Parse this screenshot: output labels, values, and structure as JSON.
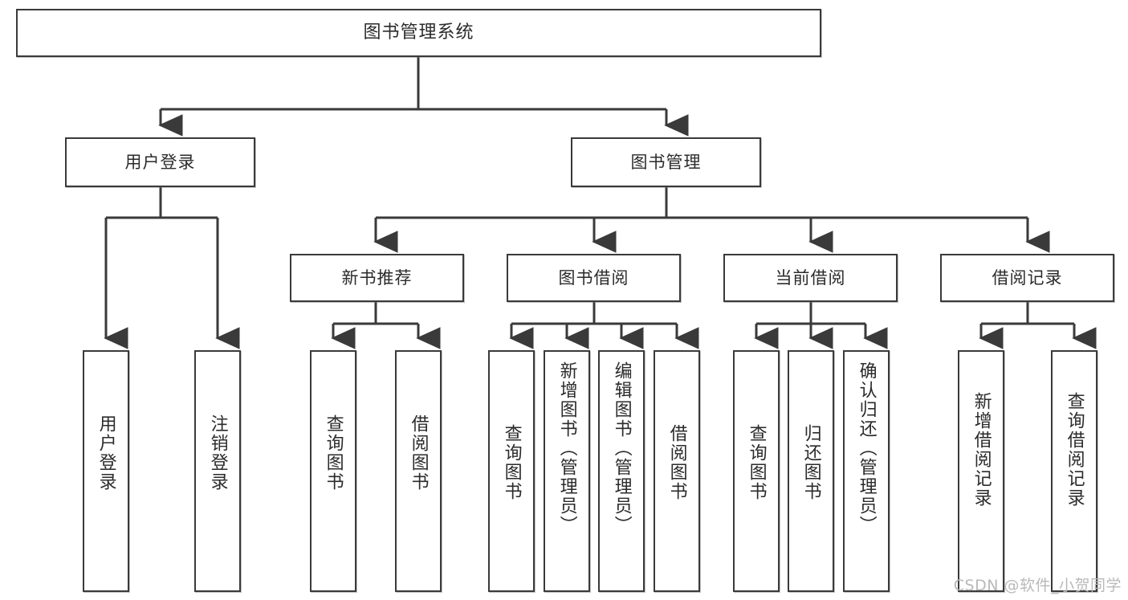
{
  "diagram": {
    "title": "图书管理系统",
    "root": {
      "label": "图书管理系统"
    },
    "level2": [
      {
        "label": "用户登录"
      },
      {
        "label": "图书管理"
      }
    ],
    "level3": [
      {
        "label": "新书推荐"
      },
      {
        "label": "图书借阅"
      },
      {
        "label": "当前借阅"
      },
      {
        "label": "借阅记录"
      }
    ],
    "leaves": {
      "user_login": [
        {
          "label": "用户登录"
        },
        {
          "label": "注销登录"
        }
      ],
      "new_book_recommend": [
        {
          "label": "查询图书"
        },
        {
          "label": "借阅图书"
        }
      ],
      "book_borrow": [
        {
          "label": "查询图书"
        },
        {
          "label": "新增图书（管理员）"
        },
        {
          "label": "编辑图书（管理员）"
        },
        {
          "label": "借阅图书"
        }
      ],
      "current_borrow": [
        {
          "label": "查询图书"
        },
        {
          "label": "归还图书"
        },
        {
          "label": "确认归还（管理员）"
        }
      ],
      "borrow_record": [
        {
          "label": "新增借阅记录"
        },
        {
          "label": "查询借阅记录"
        }
      ]
    },
    "watermark": "CSDN @软件_小贺同学",
    "colors": {
      "border": "#3a3a3a",
      "text": "#2b2b2b",
      "background": "#ffffff",
      "connector": "#3a3a3a",
      "watermark": "#b9b9b9"
    }
  }
}
